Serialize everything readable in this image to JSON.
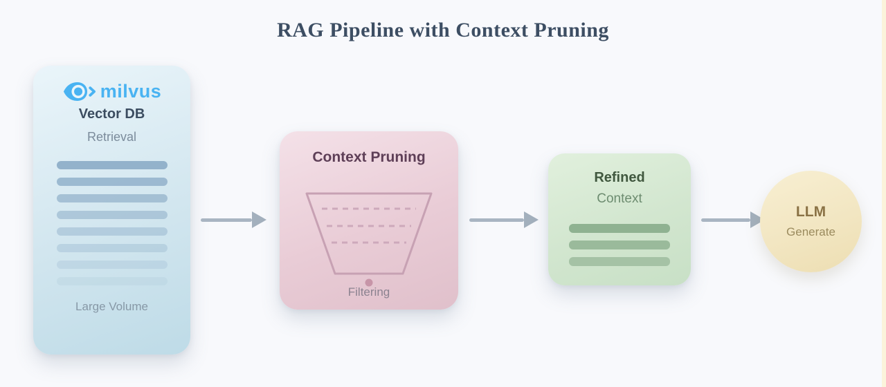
{
  "title": "RAG Pipeline with Context Pruning",
  "colors": {
    "background": "#f8f9fc",
    "title_text": "#3d4e63",
    "arrow": "#a9b5c2",
    "right_edge_strip": "#fbf3db",
    "milvus_blue": "#49b3f2",
    "pruning_accent": "#c7a1b3",
    "refined_accent": "#8fb291",
    "llm_accent": "#8a7245"
  },
  "pipeline": {
    "vector_db": {
      "logo_text": "milvus",
      "title": "Vector DB",
      "subtitle": "Retrieval",
      "caption": "Large Volume",
      "bars": [
        "rgba(147,178,203,1)",
        "rgba(147,178,203,0.87)",
        "rgba(147,178,203,0.74)",
        "rgba(147,178,203,0.61)",
        "rgba(147,178,203,0.49)",
        "rgba(147,178,203,0.37)",
        "rgba(147,178,203,0.26)",
        "rgba(147,178,203,0.15)"
      ]
    },
    "context_pruning": {
      "title": "Context Pruning",
      "caption": "Filtering"
    },
    "refined_context": {
      "title": "Refined",
      "subtitle": "Context",
      "bars": [
        "#8fb291",
        "#9aba9b",
        "#a5c2a5"
      ]
    },
    "llm": {
      "title": "LLM",
      "subtitle": "Generate"
    }
  }
}
